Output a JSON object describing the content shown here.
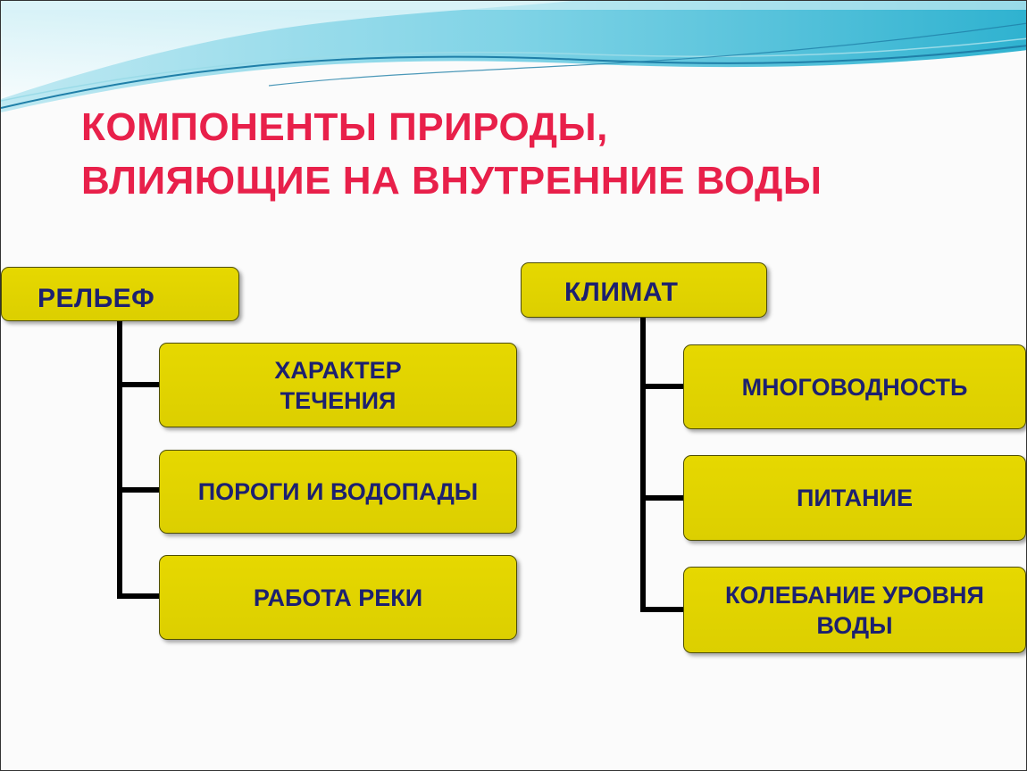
{
  "title": {
    "line1": "КОМПОНЕНТЫ ПРИРОДЫ,",
    "line2": "ВЛИЯЮЩИЕ НА ВНУТРЕННИЕ ВОДЫ"
  },
  "colors": {
    "title": "#e8204a",
    "box_fill": "#e2d500",
    "box_text": "#1c2070",
    "wave_accent": "#4fc0d8"
  },
  "relief": {
    "label": "РЕЛЬЕФ",
    "children": [
      "ХАРАКТЕР\nТЕЧЕНИЯ",
      "ПОРОГИ И ВОДОПАДЫ",
      "РАБОТА РЕКИ"
    ]
  },
  "climate": {
    "label": "КЛИМАТ",
    "children": [
      "МНОГОВОДНОСТЬ",
      "ПИТАНИЕ",
      "КОЛЕБАНИЕ УРОВНЯ\nВОДЫ"
    ]
  }
}
